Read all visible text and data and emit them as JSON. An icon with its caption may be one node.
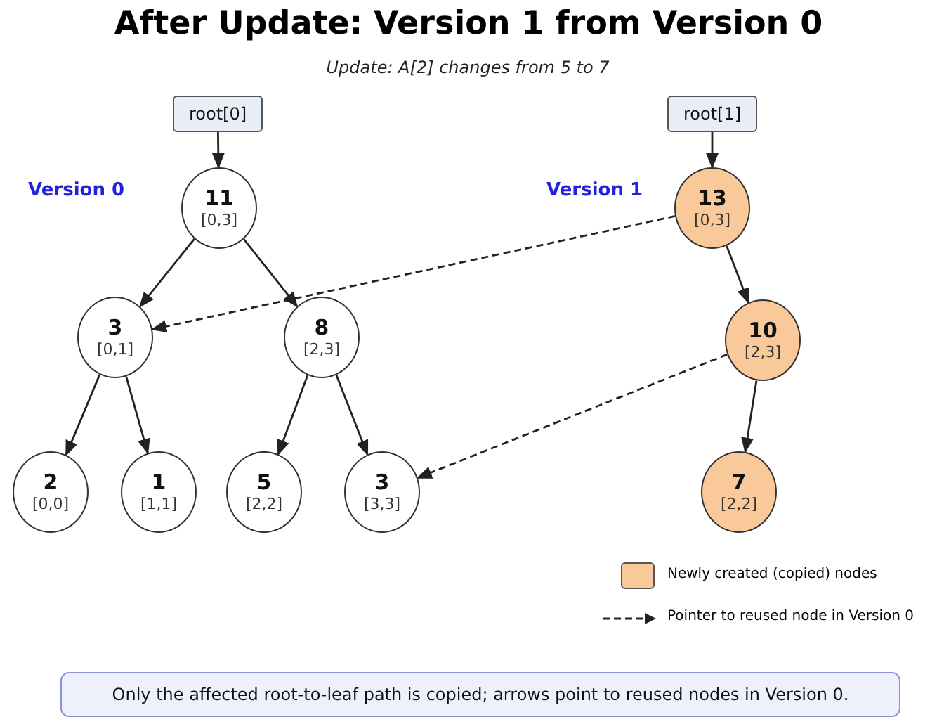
{
  "diagram": {
    "title": "After Update: Version 1 from Version 0",
    "nodes": [
      {
        "text": [
          "root[0]"
        ]
      },
      {
        "text": [
          "11",
          "[0,3]"
        ]
      },
      {
        "text": [
          "3",
          "[0,1]"
        ]
      },
      {
        "text": [
          "8",
          "[2,3]"
        ]
      },
      {
        "text": [
          "2",
          "[0,0]"
        ]
      },
      {
        "text": [
          "1",
          "[1,1]"
        ]
      },
      {
        "text": [
          "5",
          "[2,2]"
        ]
      },
      {
        "text": [
          "3",
          "[3,3]"
        ]
      },
      {
        "text": [
          "root[1]"
        ]
      },
      {
        "text": [
          "13",
          "[0,3]"
        ]
      },
      {
        "text": [
          "10",
          "[2,3]"
        ]
      },
      {
        "text": [
          "7",
          "[2,2]"
        ]
      },
      {
        "text": [
          "Only the affected root-to-leaf path is copied; arrows point to reused nodes in Version 0."
        ]
      }
    ],
    "edges": [
      {
        "from": 0,
        "to": 1,
        "arrow": "to"
      },
      {
        "from": 1,
        "to": 2,
        "arrow": "to"
      },
      {
        "from": 1,
        "to": 3,
        "arrow": "to"
      },
      {
        "from": 2,
        "to": 4,
        "arrow": "to"
      },
      {
        "from": 2,
        "to": 5,
        "arrow": "to"
      },
      {
        "from": 3,
        "to": 6,
        "arrow": "to"
      },
      {
        "from": 3,
        "to": 7,
        "arrow": "to"
      },
      {
        "from": 8,
        "to": 9,
        "arrow": "to"
      },
      {
        "from": 9,
        "to": 10,
        "arrow": "to"
      },
      {
        "from": 10,
        "to": 11,
        "arrow": "to"
      },
      {
        "from": 9,
        "to": 2,
        "arrow": "to",
        "style": "dashed"
      },
      {
        "from": 10,
        "to": 7,
        "arrow": "to",
        "style": "dashed"
      }
    ],
    "labels": [
      "Update: A[2] changes from 5 to 7",
      "Version 0",
      "Version 1"
    ],
    "legend": [
      {
        "text": "Newly created (copied) nodes",
        "color": "#f9c99a"
      },
      {
        "text": "Pointer to reused node in Version 0"
      }
    ]
  }
}
